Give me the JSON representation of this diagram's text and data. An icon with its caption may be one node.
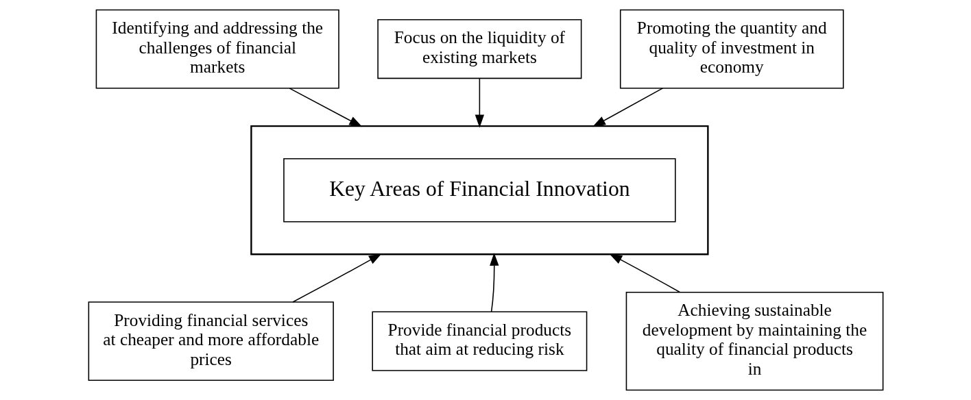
{
  "diagram": {
    "nodes": [
      {
        "text": [
          "Identifying and addressing the challenges of financial markets"
        ]
      },
      {
        "text": [
          "Focus on the liquidity of existing markets"
        ]
      },
      {
        "text": [
          "Promoting the quantity and quality of investment in economy"
        ]
      },
      {
        "text": [],
        "shape": "arrow"
      },
      {
        "text": [
          "Key Areas of Financial Innovation"
        ],
        "in": 3
      },
      {
        "text": [
          "Providing financial services at cheaper and more affordable prices"
        ]
      },
      {
        "text": [
          "Provide financial products that aim at reducing risk"
        ]
      },
      {
        "text": [
          "Achieving sustainable development by maintaining the quality of financial products in"
        ]
      }
    ],
    "edges": [
      {
        "from": 0,
        "to": 3,
        "arrow": "to"
      },
      {
        "from": 1,
        "to": 3,
        "arrow": "to"
      },
      {
        "from": 2,
        "to": 3,
        "arrow": "to"
      },
      {
        "from": 5,
        "to": 3,
        "arrow": "to"
      },
      {
        "from": 6,
        "to": 3,
        "arrow": "to"
      },
      {
        "from": 7,
        "to": 3,
        "arrow": "to"
      }
    ]
  }
}
